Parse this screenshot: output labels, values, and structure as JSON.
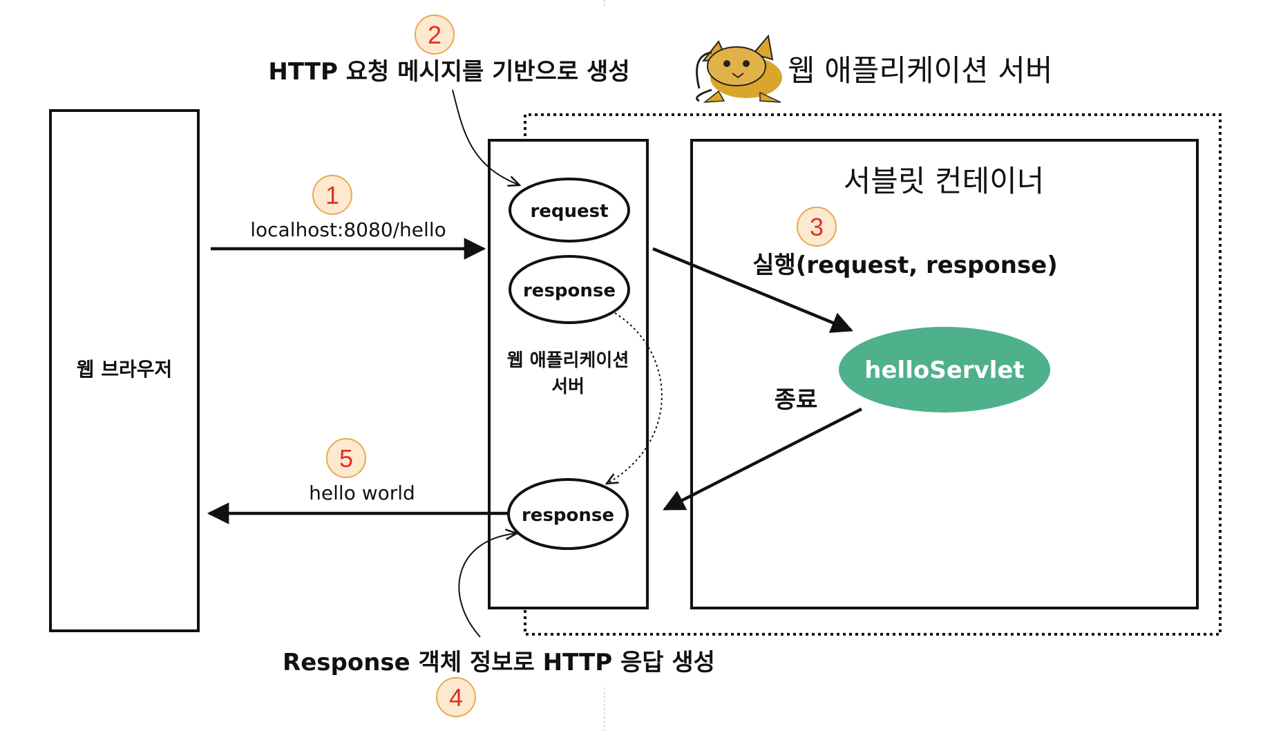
{
  "header": {
    "server_title": "웹 애플리케이션 서버"
  },
  "browser": {
    "label": "웹 브라우저"
  },
  "was_box": {
    "label_line1": "웹 애플리케이션",
    "label_line2": "서버",
    "request_label": "request",
    "response_label_top": "response",
    "response_label_bottom": "response"
  },
  "container": {
    "title": "서블릿 컨테이너",
    "servlet_label": "helloServlet",
    "servlet_color": "#4fb08c"
  },
  "steps": [
    {
      "number": "1",
      "text": "localhost:8080/hello"
    },
    {
      "number": "2",
      "text": "HTTP 요청 메시지를 기반으로 생성"
    },
    {
      "number": "3",
      "text": "실행(request, response)"
    },
    {
      "number": "4",
      "text": "Response 객체 정보로 HTTP 응답 생성"
    },
    {
      "number": "5",
      "text": "hello world"
    }
  ],
  "end_label": "종료",
  "colors": {
    "step_badge_fill": "#fde9cf",
    "step_badge_stroke": "#e8a94c",
    "step_number": "#e0301e",
    "line": "#111111"
  }
}
